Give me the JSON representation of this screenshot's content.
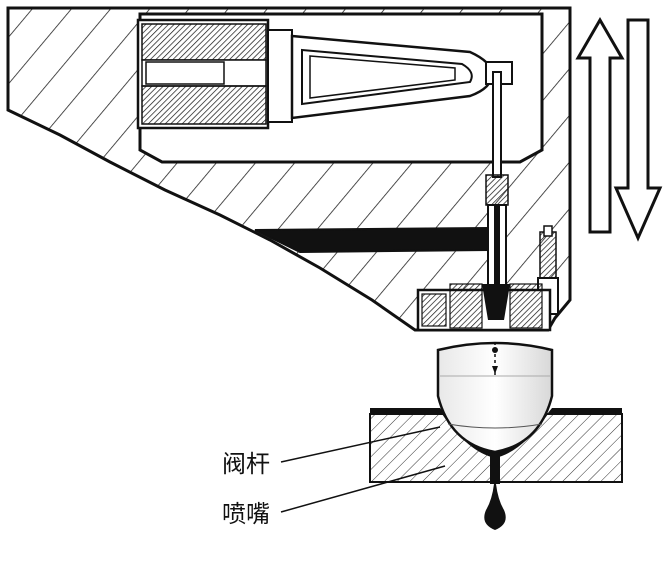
{
  "callouts": {
    "valve_rod": "阀杆",
    "nozzle": "喷嘴"
  },
  "colors": {
    "line": "#111111",
    "hatch": "#222222",
    "background": "#ffffff",
    "dispensed_fluid": "#111111"
  },
  "icons": {
    "up_arrow": "motion-up-arrow",
    "down_arrow": "motion-down-arrow"
  }
}
